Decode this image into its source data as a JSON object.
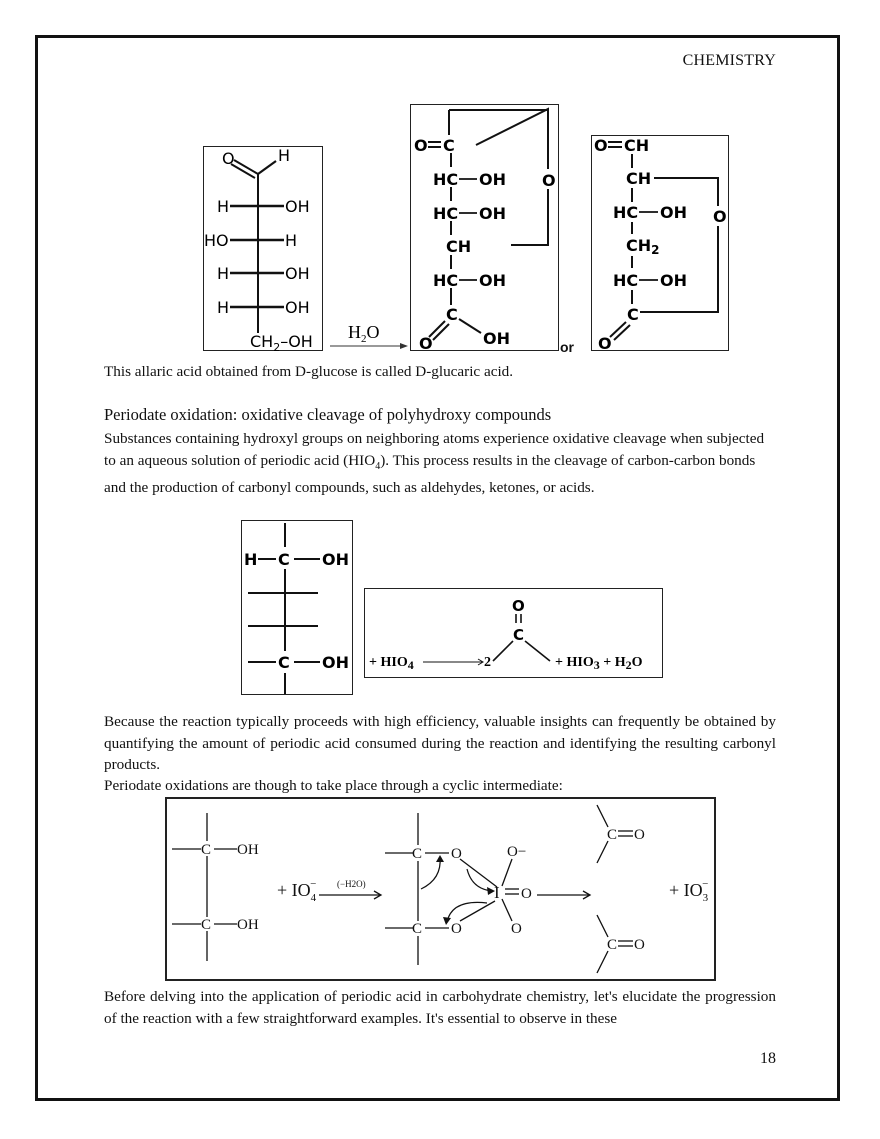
{
  "header": {
    "section": "CHEMISTRY"
  },
  "figure1": {
    "glucose": {
      "top": [
        "O",
        "H"
      ],
      "rows": [
        {
          "left": "H",
          "right": "OH"
        },
        {
          "left": "HO",
          "right": "H"
        },
        {
          "left": "H",
          "right": "OH"
        },
        {
          "left": "H",
          "right": "OH"
        }
      ],
      "bottom": "CH2-OH"
    },
    "reagent": "H2O",
    "lactone1": {
      "lines": [
        "O=C",
        "HC—OH",
        "HC—OH",
        "CH",
        "HC—OH",
        "C",
        "O",
        "OH"
      ],
      "ring_oxygen": "O"
    },
    "or_label": "or",
    "lactone2": {
      "lines": [
        "O=CH",
        "CH",
        "HC—OH",
        "CH2",
        "HC—OH",
        "C",
        "O"
      ],
      "ring_oxygen": "O"
    }
  },
  "body": {
    "p1": "This allaric acid obtained from D-glucose is called D-glucaric acid.",
    "heading": "Periodate oxidation: oxidative cleavage of polyhydroxy compounds",
    "p2_pre": "Substances containing hydroxyl groups on neighboring atoms experience oxidative cleavage when subjected to an aqueous solution of periodic acid (HIO",
    "p2_sub": "4",
    "p2_post": "). This process results in the cleavage of carbon-carbon bonds and the production of carbonyl compounds, such as aldehydes, ketones, or acids.",
    "p3": "Because the reaction typically proceeds with high efficiency, valuable insights can frequently be obtained by quantifying the amount of periodic acid consumed during the reaction and identifying the resulting carbonyl products.",
    "p4": "Periodate oxidations are though to take place through a cyclic intermediate:",
    "p5": "Before delving into the application of periodic acid in carbohydrate chemistry, let's elucidate the progression of the reaction with a few straightforward examples. It's essential to observe in these"
  },
  "figure2": {
    "diol": {
      "top_left": "H",
      "top_c": "C",
      "top_right": "OH",
      "bottom_c": "C",
      "bottom_right": "OH"
    },
    "equation": {
      "reactant": "+ HIO4",
      "coefficient": "2",
      "carbonyl_o": "O",
      "carbonyl_c": "C",
      "products": "+ HIO3 + H2O"
    }
  },
  "figure3": {
    "reactant_groups": [
      "C",
      "OH",
      "C",
      "OH"
    ],
    "reagent": "+ IO4−",
    "condition": "(−H2O)",
    "intermediate": [
      "C",
      "O",
      "O−",
      "I",
      "O",
      "C",
      "O",
      "O"
    ],
    "products": [
      "C=O",
      "C=O"
    ],
    "byproduct": "+ IO3−"
  },
  "footer": {
    "page_number": "18"
  }
}
